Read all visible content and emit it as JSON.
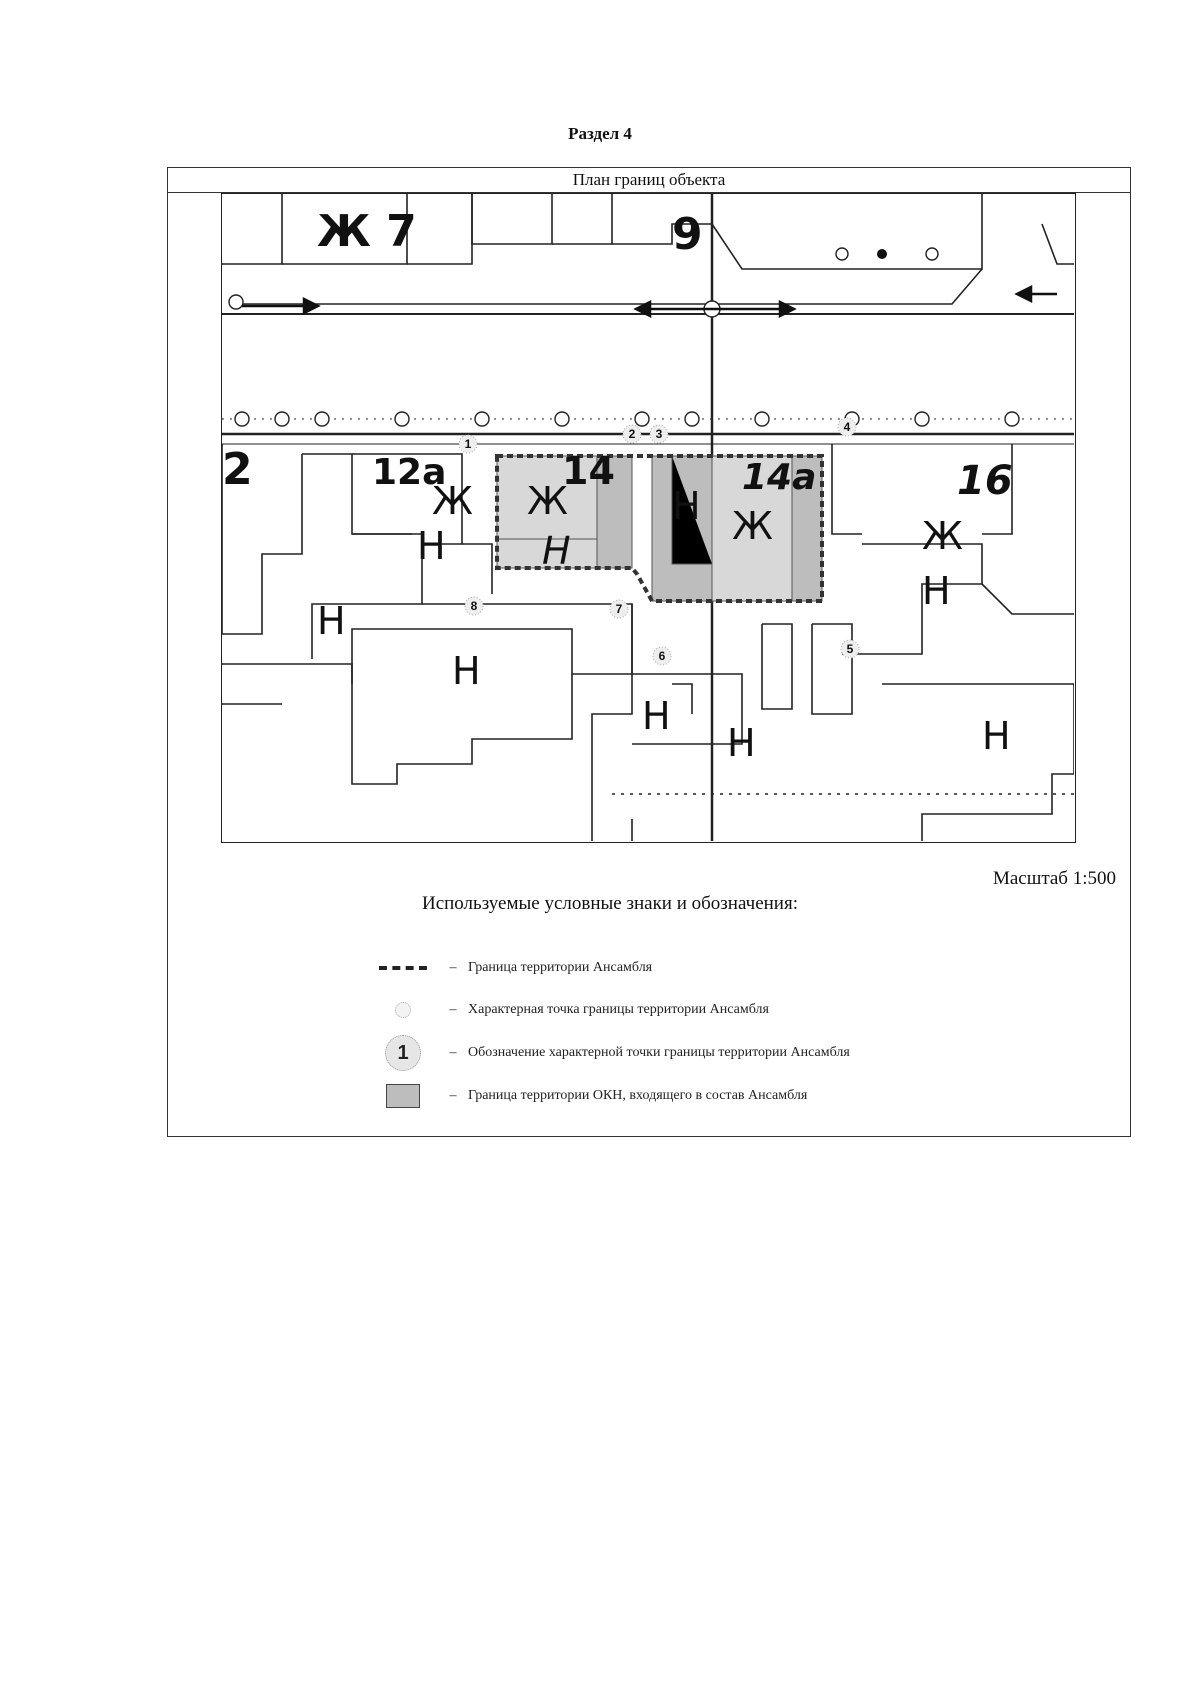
{
  "header": {
    "section": "Раздел 4"
  },
  "plan": {
    "title": "План границ объекта",
    "scale": "Масштаб 1:500"
  },
  "map": {
    "building_labels": {
      "zh7": "Ж 7",
      "num9": "9",
      "num2": "2",
      "num12a": "12а",
      "num14": "14",
      "num14a": "14а",
      "num16": "16",
      "zh": "Ж",
      "n": "Н"
    },
    "points": [
      "1",
      "2",
      "3",
      "4",
      "5",
      "6",
      "7",
      "8"
    ],
    "colors": {
      "okn_fill": "#bdbdbd",
      "ensemble_fill": "#d8d8d8",
      "boundary": "#333333",
      "line": "#222222"
    }
  },
  "legend": {
    "title": "Используемые условные знаки и обозначения:",
    "items": [
      {
        "symbol": "dashed-line-icon",
        "text": "Граница территории Ансамбля"
      },
      {
        "symbol": "small-circle-icon",
        "text": "Характерная точка границы территории Ансамбля"
      },
      {
        "symbol": "numbered-circle-icon",
        "label": "1",
        "text": "Обозначение характерной точки границы территории Ансамбля"
      },
      {
        "symbol": "gray-box-icon",
        "text": "Граница территории ОКН, входящего в состав Ансамбля"
      }
    ],
    "dash": "–"
  }
}
